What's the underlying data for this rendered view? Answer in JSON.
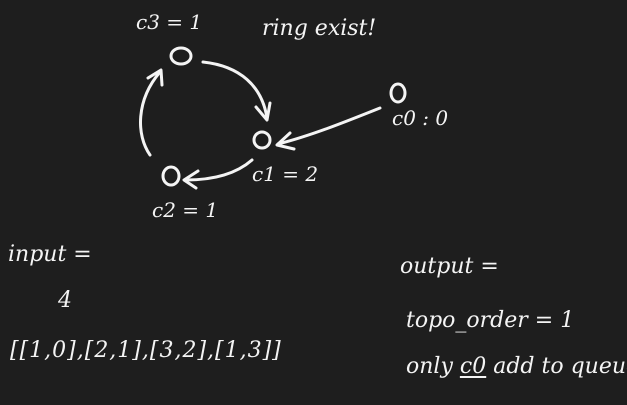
{
  "canvas": {
    "background": "#1e1e1e",
    "ink": "#f4f4f4"
  },
  "graph": {
    "annotation": "ring exist!",
    "nodes": [
      {
        "id": "c3",
        "label": "c3 = 1"
      },
      {
        "id": "c1",
        "label": "c1 = 2"
      },
      {
        "id": "c2",
        "label": "c2 = 1"
      },
      {
        "id": "c0",
        "label": "c0 : 0"
      }
    ],
    "edges": [
      {
        "from": "c3",
        "to": "c1"
      },
      {
        "from": "c0",
        "to": "c1"
      },
      {
        "from": "c1",
        "to": "c2"
      },
      {
        "from": "c2",
        "to": "c3"
      }
    ]
  },
  "input": {
    "heading": "input =",
    "n": "4",
    "edges_list": "[[1,0],[2,1],[3,2],[1,3]]"
  },
  "output": {
    "heading": "output =",
    "topo_order": "topo_order = 1",
    "note_prefix": "only",
    "note_node": "c0",
    "note_suffix": "add to queue"
  }
}
